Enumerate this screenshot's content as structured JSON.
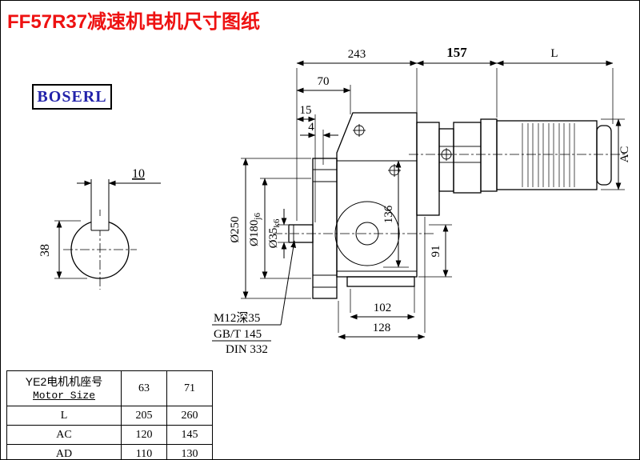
{
  "title": "FF57R37减速机电机尺寸图纸",
  "logo": "BOSERL",
  "drawing": {
    "dims": {
      "len_243": "243",
      "len_157": "157",
      "len_L": "L",
      "len_70": "70",
      "len_15": "15",
      "len_4": "4",
      "key_width": "10",
      "shaft_section_height": "38",
      "dia_flange": "Ø250",
      "dia_spigot_main": "Ø180",
      "dia_spigot_tol": "j6",
      "dia_shaft_main": "Ø35",
      "dia_shaft_tol": "k6",
      "height_136": "136",
      "height_91": "91",
      "height_AC": "AC",
      "len_102": "102",
      "len_128": "128"
    },
    "notes": {
      "tap": "M12深35",
      "std1": "GB/T 145",
      "std2": "DIN 332"
    }
  },
  "table": {
    "header_cn": "YE2电机机座号",
    "header_en": "Motor Size",
    "sizes": [
      "63",
      "71"
    ],
    "rows": [
      {
        "label": "L",
        "values": [
          "205",
          "260"
        ]
      },
      {
        "label": "AC",
        "values": [
          "120",
          "145"
        ]
      },
      {
        "label": "AD",
        "values": [
          "110",
          "130"
        ]
      }
    ]
  }
}
